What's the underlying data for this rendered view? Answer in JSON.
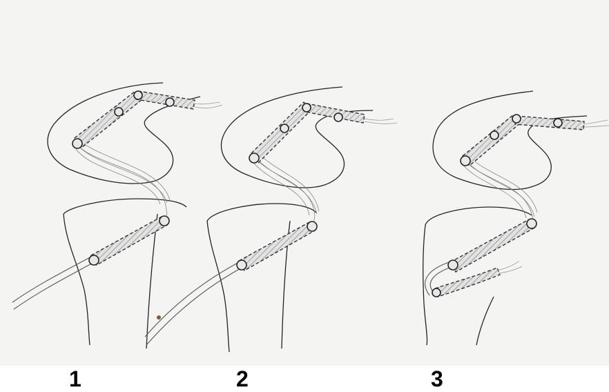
{
  "figure": {
    "panels": [
      {
        "label": "1"
      },
      {
        "label": "2"
      },
      {
        "label": "3"
      }
    ]
  },
  "colors": {
    "paper": "#f4f4f2",
    "ink": "#222222",
    "label": "#000000"
  }
}
